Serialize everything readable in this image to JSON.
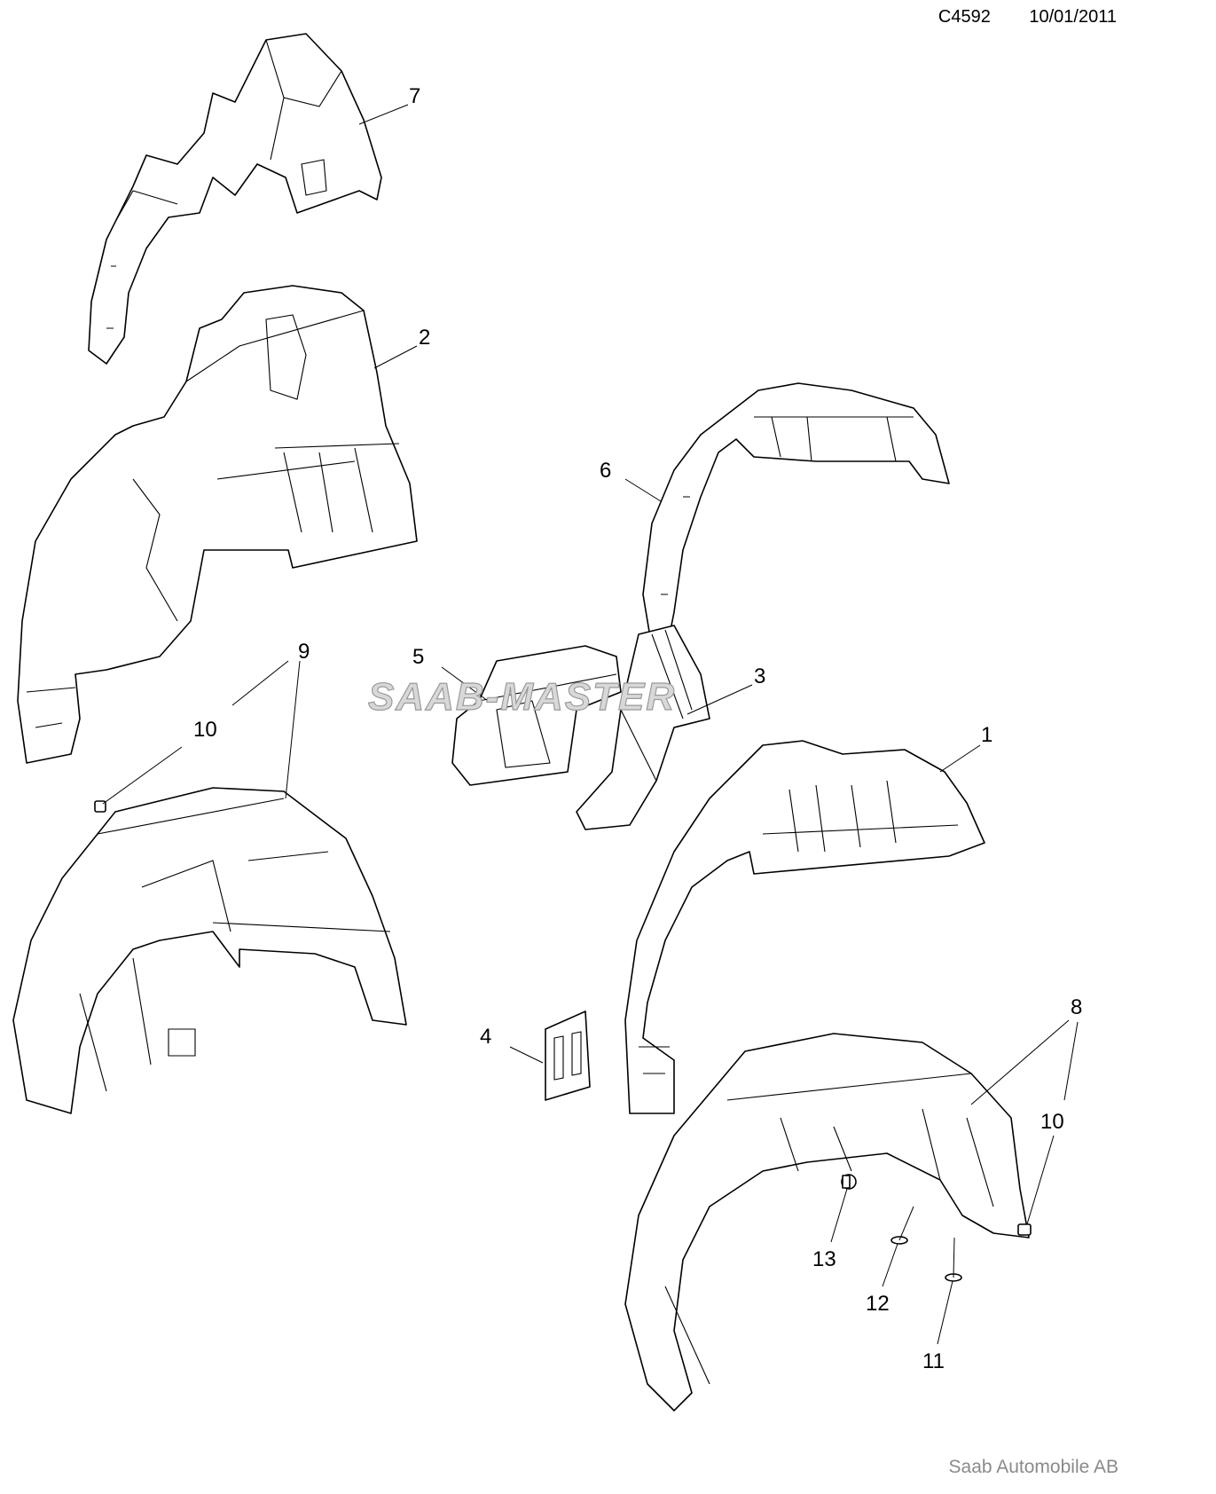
{
  "header": {
    "diagram_code": "C4592",
    "date": "10/01/2011"
  },
  "footer": {
    "copyright": "Saab Automobile AB"
  },
  "watermark": "SAAB-MASTER",
  "callouts": [
    {
      "id": "7",
      "label": "7"
    },
    {
      "id": "2",
      "label": "2"
    },
    {
      "id": "6",
      "label": "6"
    },
    {
      "id": "9",
      "label": "9"
    },
    {
      "id": "10a",
      "label": "10"
    },
    {
      "id": "5",
      "label": "5"
    },
    {
      "id": "3",
      "label": "3"
    },
    {
      "id": "1",
      "label": "1"
    },
    {
      "id": "4",
      "label": "4"
    },
    {
      "id": "8",
      "label": "8"
    },
    {
      "id": "10b",
      "label": "10"
    },
    {
      "id": "13",
      "label": "13"
    },
    {
      "id": "12",
      "label": "12"
    },
    {
      "id": "11",
      "label": "11"
    }
  ]
}
